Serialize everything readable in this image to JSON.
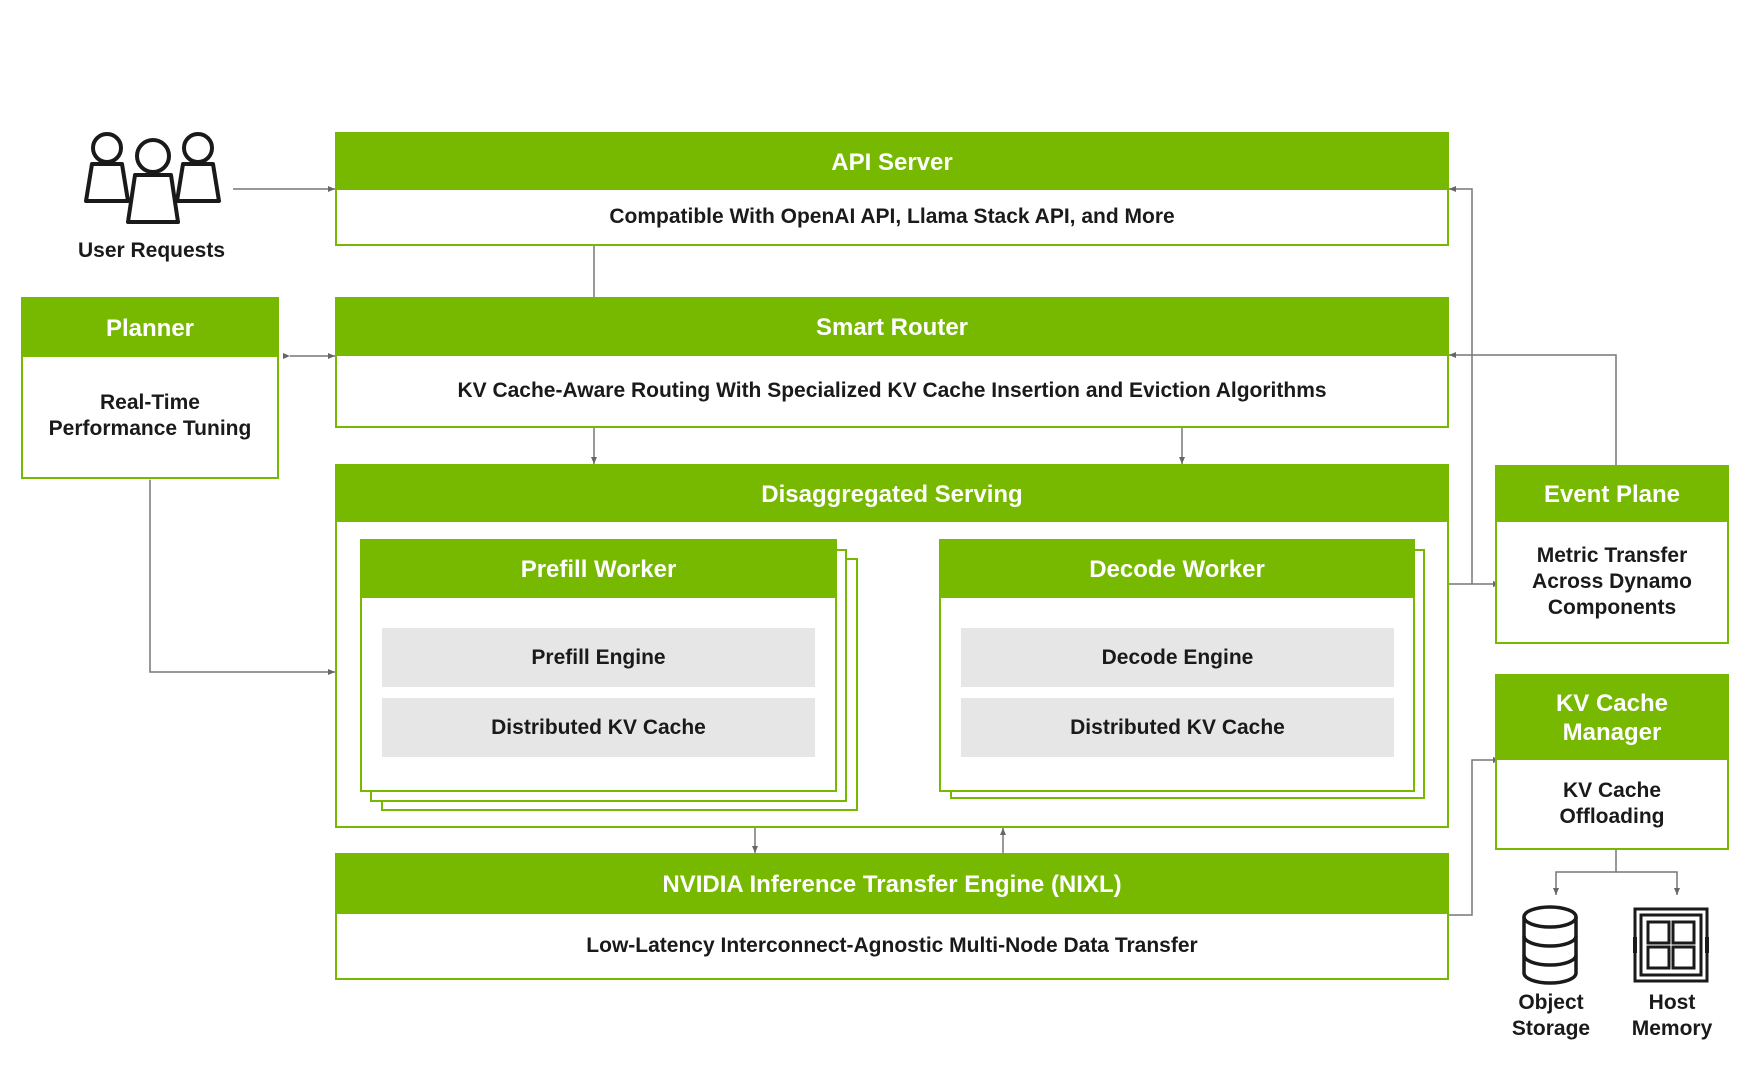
{
  "user_requests": {
    "label": "User Requests"
  },
  "api_server": {
    "title": "API Server",
    "desc": "Compatible With OpenAI API, Llama Stack API, and More"
  },
  "planner": {
    "title": "Planner",
    "desc": "Real-Time Performance Tuning"
  },
  "smart_router": {
    "title": "Smart Router",
    "desc": "KV Cache-Aware Routing With Specialized KV Cache Insertion and Eviction Algorithms"
  },
  "disaggregated_serving": {
    "title": "Disaggregated Serving",
    "prefill_worker": {
      "title": "Prefill Worker",
      "engine": "Prefill Engine",
      "cache": "Distributed KV Cache"
    },
    "decode_worker": {
      "title": "Decode Worker",
      "engine": "Decode Engine",
      "cache": "Distributed KV Cache"
    }
  },
  "event_plane": {
    "title": "Event Plane",
    "desc": "Metric Transfer Across Dynamo Components"
  },
  "kv_cache_manager": {
    "title": "KV Cache Manager",
    "desc": "KV Cache Offloading"
  },
  "nixl": {
    "title": "NVIDIA Inference Transfer Engine (NIXL)",
    "desc": "Low-Latency Interconnect-Agnostic Multi-Node Data Transfer"
  },
  "storage": {
    "object": "Object Storage",
    "host": "Host Memory"
  },
  "colors": {
    "accent": "#76b900",
    "line": "#666666",
    "engine_bg": "#e6e6e6"
  }
}
